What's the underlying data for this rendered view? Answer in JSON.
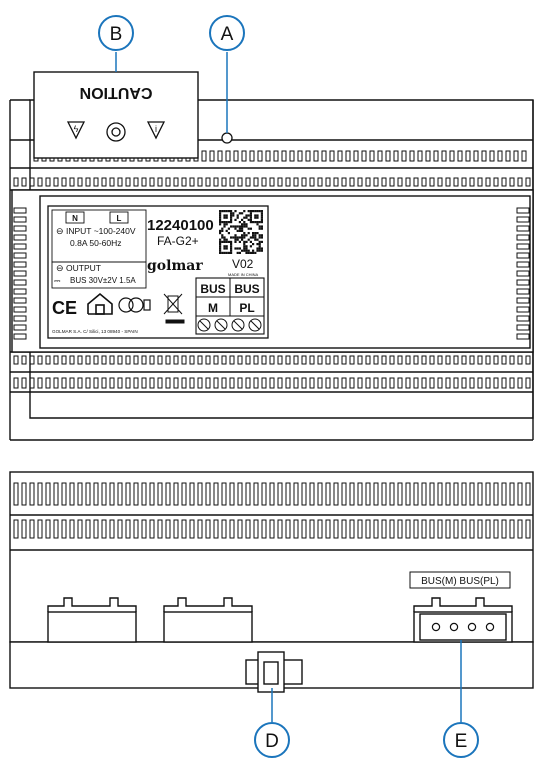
{
  "callouts": {
    "a": "A",
    "b": "B",
    "d": "D",
    "e": "E"
  },
  "cover_text": "CAUTION",
  "plate": {
    "n": "N",
    "l": "L",
    "input_line1": "INPUT ~100-240V",
    "input_line2": "0.8A 50-60Hz",
    "output_line1": "OUTPUT",
    "output_line2": "BUS 30V±2V 1.5A",
    "ref": "12240100",
    "model": "FA-G2+",
    "brand": "golmar",
    "version": "V02",
    "made_in": "MADE IN CHINA",
    "bus1": "BUS",
    "bus2": "BUS",
    "m": "M",
    "pl": "PL",
    "ce": "CE",
    "address": "GOLMAR S.A.  C/ Silici, 13  08940 - SPAIN"
  },
  "connector_label": "BUS(M)  BUS(PL)",
  "colors": {
    "line": "#111111",
    "accent": "#1b75bc"
  }
}
